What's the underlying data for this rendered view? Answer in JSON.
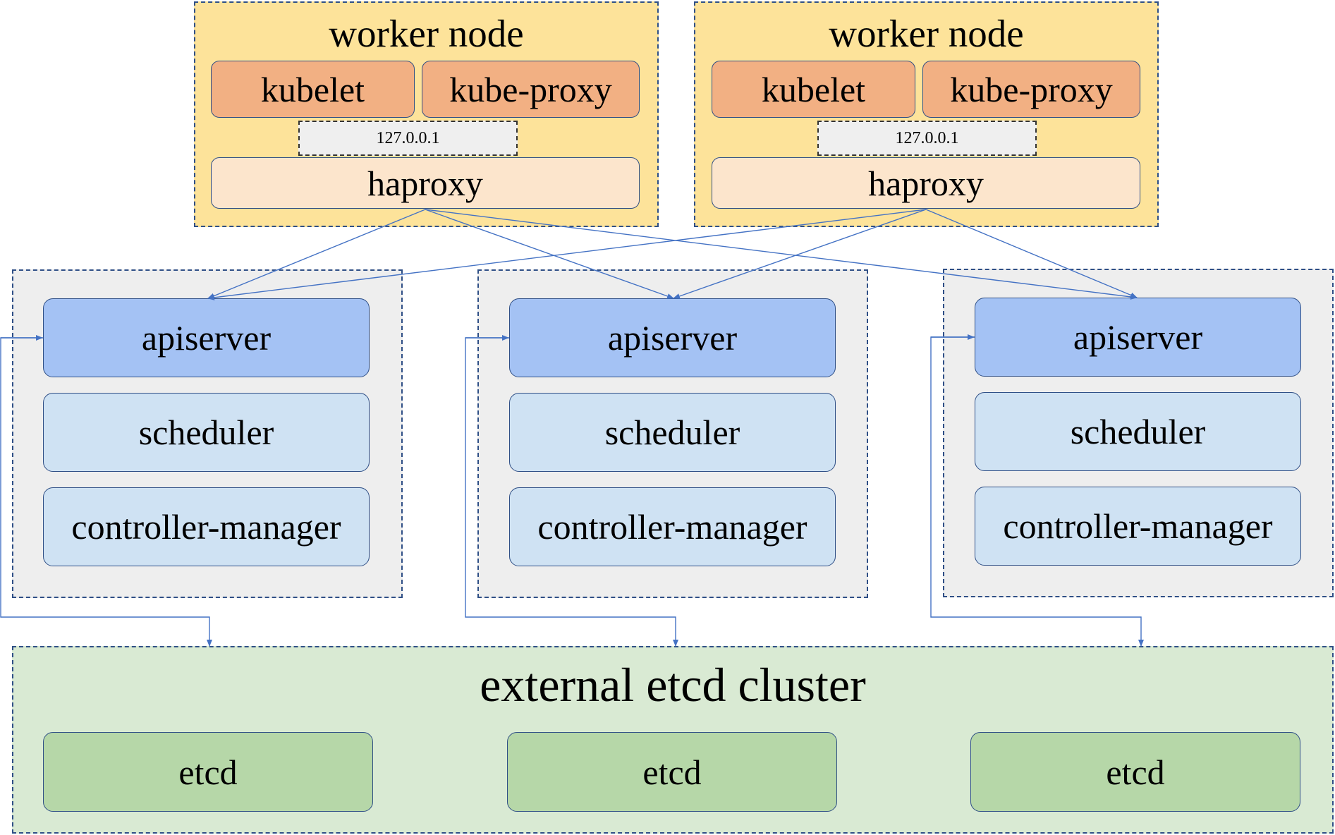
{
  "worker_nodes": [
    {
      "title": "worker node",
      "kubelet": "kubelet",
      "kube_proxy": "kube-proxy",
      "loopback": "127.0.0.1",
      "haproxy": "haproxy"
    },
    {
      "title": "worker node",
      "kubelet": "kubelet",
      "kube_proxy": "kube-proxy",
      "loopback": "127.0.0.1",
      "haproxy": "haproxy"
    }
  ],
  "masters": [
    {
      "apiserver": "apiserver",
      "scheduler": "scheduler",
      "controller_manager": "controller-manager"
    },
    {
      "apiserver": "apiserver",
      "scheduler": "scheduler",
      "controller_manager": "controller-manager"
    },
    {
      "apiserver": "apiserver",
      "scheduler": "scheduler",
      "controller_manager": "controller-manager"
    }
  ],
  "etcd_cluster": {
    "title": "external etcd cluster",
    "members": [
      "etcd",
      "etcd",
      "etcd"
    ]
  },
  "colors": {
    "worker_bg": "#fde39a",
    "kubelet_bg": "#f2b083",
    "haproxy_bg": "#fce5cc",
    "master_bg": "#eeeeee",
    "apiserver_bg": "#a4c2f4",
    "component_bg": "#cfe2f3",
    "etcd_cluster_bg": "#d9ead3",
    "etcd_bg": "#b6d7a8",
    "connector": "#4472c4"
  }
}
